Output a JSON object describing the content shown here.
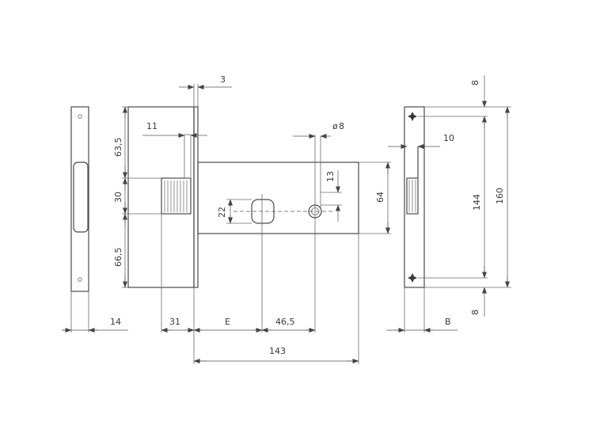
{
  "diagram": {
    "dimensions": {
      "faceplate_thickness": "3",
      "backset_plate_width": "11",
      "top_height": "63,5",
      "latch_height": "30",
      "bottom_height": "66,5",
      "follower_height": "22",
      "key_offset": "13",
      "key_diameter": "8",
      "case_height": "64",
      "front_width": "14",
      "latch_depth": "31",
      "backset": "E",
      "center_distance": "46,5",
      "case_length": "143",
      "strike_latch_width": "10",
      "strike_hole_spacing": "144",
      "strike_height": "160",
      "strike_margin_top": "8",
      "strike_margin_bottom": "8",
      "strike_width": "B"
    }
  }
}
